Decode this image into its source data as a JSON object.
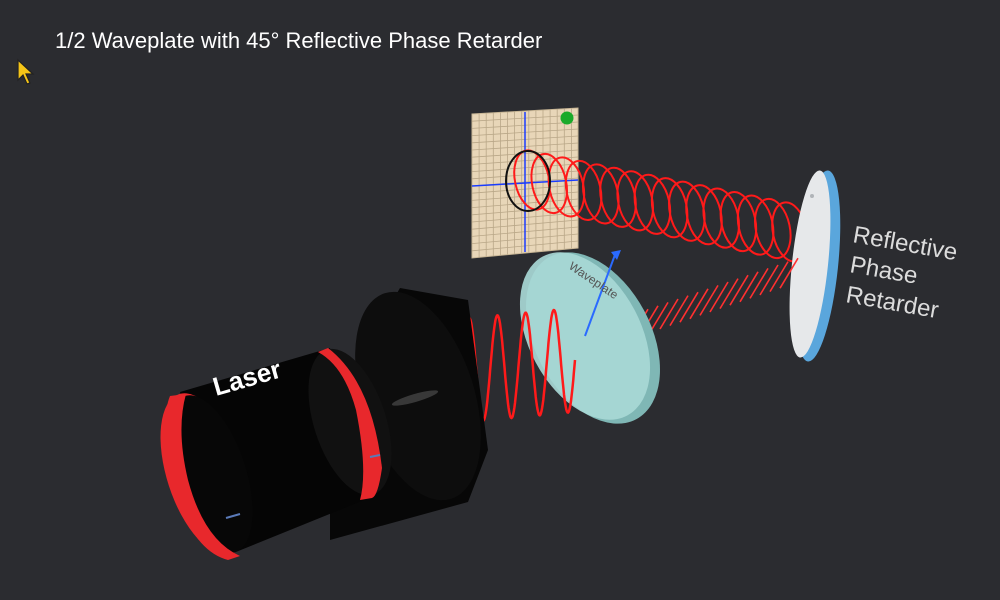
{
  "title": "1/2 Waveplate with 45° Reflective Phase Retarder",
  "labels": {
    "laser": "Laser",
    "waveplate": "Waveplate",
    "retarder_line1": "Reflective",
    "retarder_line2": "Phase",
    "retarder_line3": "Retarder"
  },
  "colors": {
    "background": "#2b2c30",
    "beam": "#ff1a1a",
    "laser_band": "#e8282c",
    "laser_body": "#050505",
    "waveplate": "#a8d8d6",
    "retarder_face": "#e6e8ea",
    "retarder_edge": "#5aa6dc",
    "grid_paper": "#e8d6b8",
    "status_dot": "#1aaa2a",
    "axis_line": "#1a3cff"
  },
  "icons": {
    "cursor": "cursor-arrow-icon",
    "status": "green-dot-icon"
  }
}
